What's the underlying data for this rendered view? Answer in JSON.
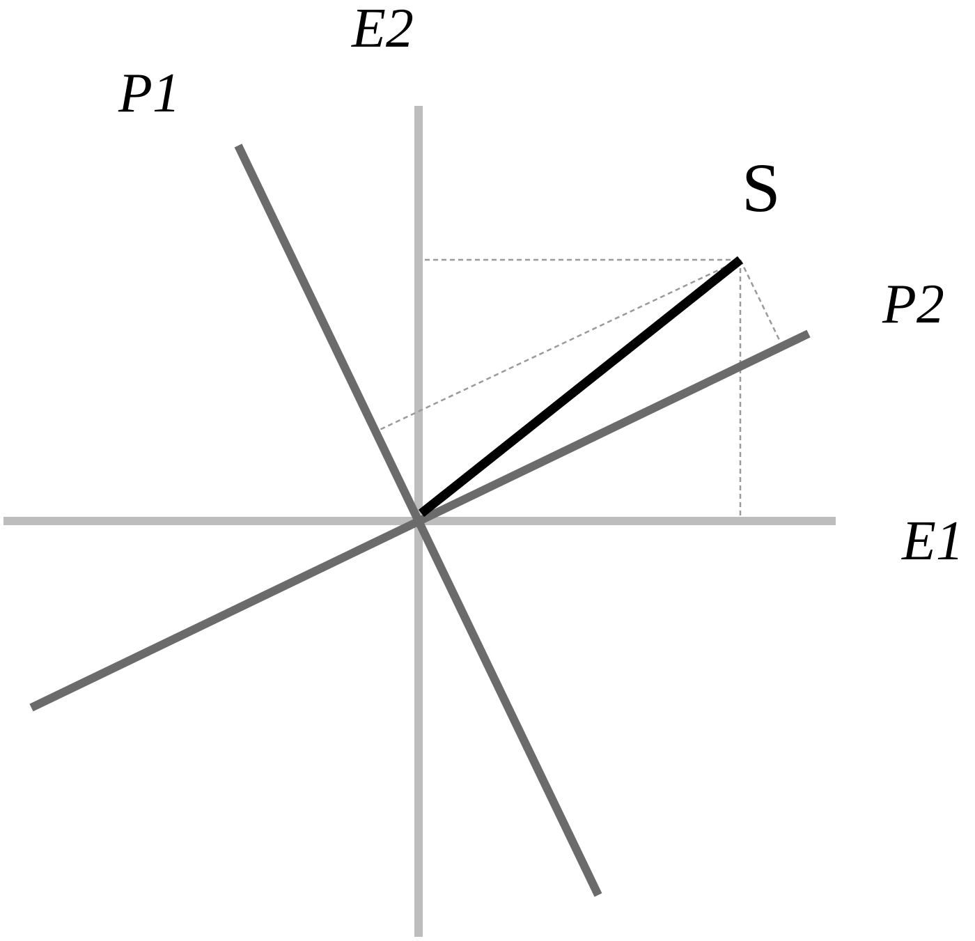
{
  "labels": {
    "e1": "E1",
    "e2": "E2",
    "p1": "P1",
    "p2": "P2",
    "s": "S"
  },
  "colors": {
    "axis_e": "#bdbdbd",
    "axis_p": "#6b6b6b",
    "signal": "#000000",
    "projection": "#9a9a9a"
  }
}
